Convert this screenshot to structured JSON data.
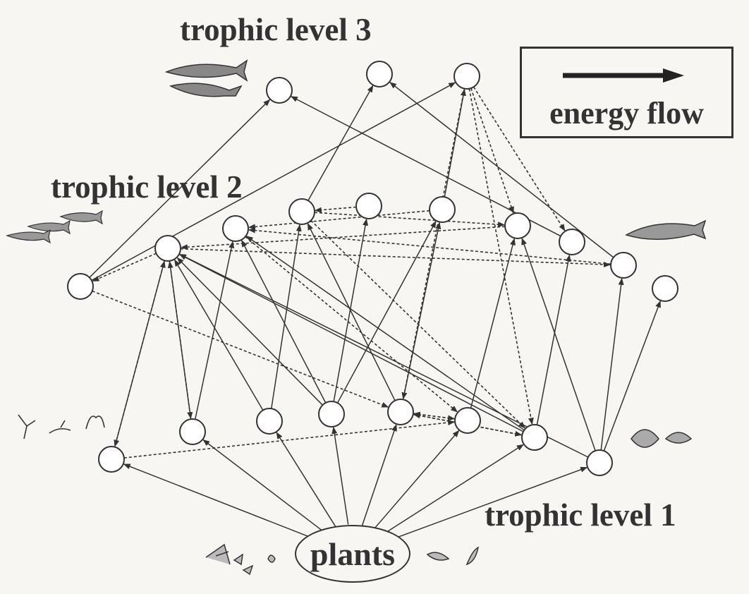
{
  "labels": {
    "trophic_level_3": "trophic level 3",
    "trophic_level_2": "trophic level 2",
    "trophic_level_1": "trophic level 1",
    "plants": "plants"
  },
  "legend": {
    "text": "energy flow"
  },
  "style": {
    "ink": "#333333",
    "node_fill": "#ffffff",
    "background": "#f7f6f3"
  }
}
